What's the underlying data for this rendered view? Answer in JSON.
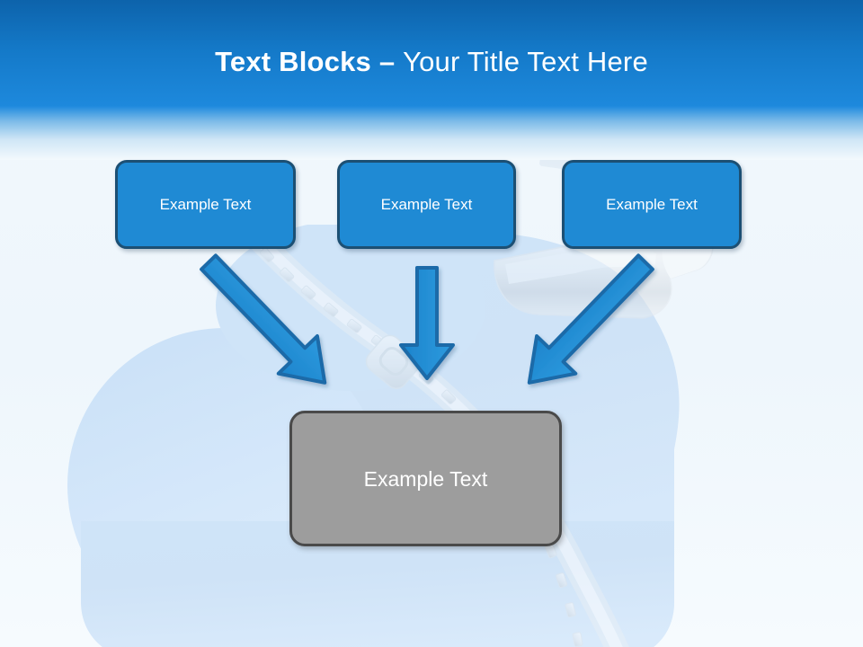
{
  "slide": {
    "title": {
      "strong": "Text Blocks",
      "dash": " – ",
      "light": "Your Title Text Here"
    },
    "header_color": "#1479c8",
    "background_color": "#f2f8fd"
  },
  "top_boxes": [
    {
      "label": "Example Text",
      "fill": "#1f8ad4",
      "border": "#1c4f73",
      "text_color": "#ffffff"
    },
    {
      "label": "Example Text",
      "fill": "#1f8ad4",
      "border": "#1c4f73",
      "text_color": "#ffffff"
    },
    {
      "label": "Example Text",
      "fill": "#1f8ad4",
      "border": "#1c4f73",
      "text_color": "#ffffff"
    }
  ],
  "arrows": [
    {
      "name": "arrow-left-diagonal",
      "direction": "down-right",
      "fill": "#2391d6",
      "border": "#1a6aa8"
    },
    {
      "name": "arrow-center-vertical",
      "direction": "down",
      "fill": "#2391d6",
      "border": "#1a6aa8"
    },
    {
      "name": "arrow-right-diagonal",
      "direction": "down-left",
      "fill": "#2391d6",
      "border": "#1a6aa8"
    }
  ],
  "result_box": {
    "label": "Example Text",
    "fill": "#9d9d9d",
    "border": "#4a4a4a",
    "text_color": "#ffffff"
  },
  "background_art": {
    "cloud": "cloud-shape",
    "wrench": "wrench-icon",
    "zipper": "zipper-icon",
    "figure": "person-photo"
  }
}
